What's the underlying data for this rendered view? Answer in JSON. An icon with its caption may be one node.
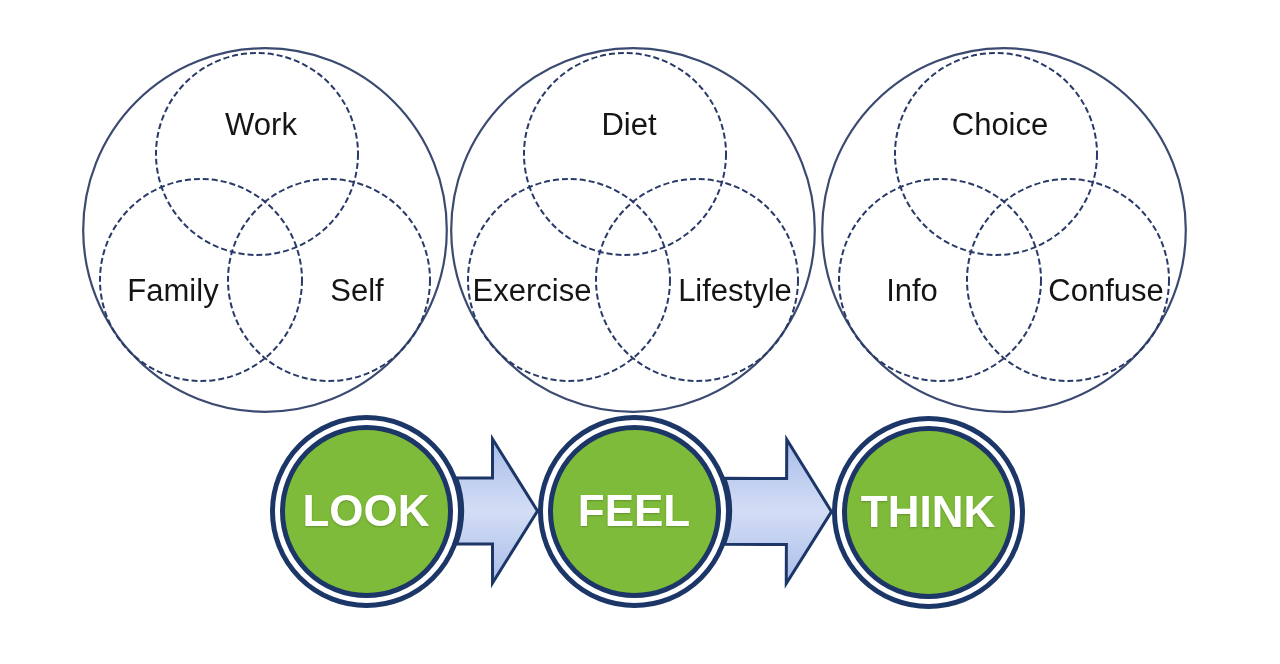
{
  "diagram": {
    "nodes": [
      {
        "text": [],
        "shape": "circle"
      },
      {
        "text": [
          "Work"
        ],
        "in": 0
      },
      {
        "text": [
          "Family"
        ],
        "in": 0
      },
      {
        "text": [
          "Self"
        ],
        "in": 0
      },
      {
        "text": [],
        "shape": "circle"
      },
      {
        "text": [
          "Diet"
        ],
        "in": 4
      },
      {
        "text": [
          "Exercise"
        ],
        "in": 4
      },
      {
        "text": [
          "Lifestyle"
        ],
        "in": 4
      },
      {
        "text": [],
        "shape": "circle"
      },
      {
        "text": [
          "Choice"
        ],
        "in": 8
      },
      {
        "text": [
          "Info"
        ],
        "in": 8
      },
      {
        "text": [
          "Confuse"
        ],
        "in": 8
      },
      {
        "text": [
          "LOOK"
        ]
      },
      {
        "text": [
          "FEEL"
        ]
      },
      {
        "text": [
          "THINK"
        ]
      }
    ],
    "edges": [
      {
        "from": 12,
        "to": 13,
        "arrow": "to"
      },
      {
        "from": 13,
        "to": 14,
        "arrow": "to"
      }
    ]
  }
}
